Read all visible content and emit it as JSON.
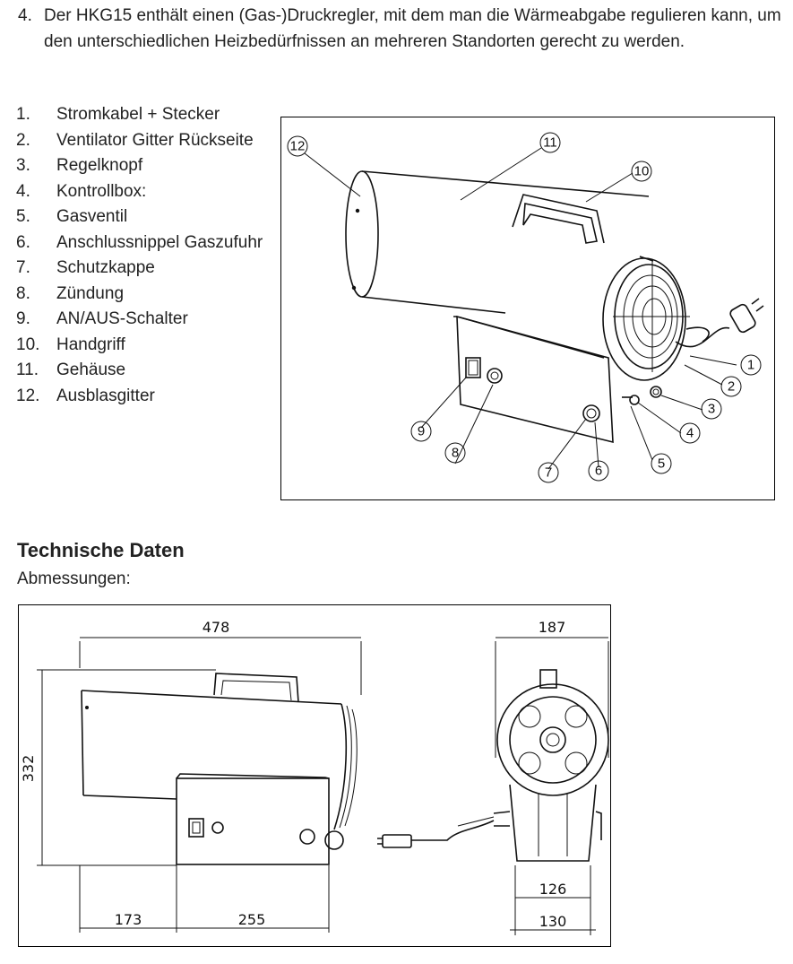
{
  "intro": {
    "number": "4.",
    "text": "Der HKG15 enthält einen (Gas-)Druckregler, mit dem man die Wärmeabgabe regulieren kann, um den unterschiedlichen Heizbedürfnissen an mehreren Standorten gerecht zu werden."
  },
  "parts": [
    {
      "num": "1.",
      "label": "Stromkabel + Stecker"
    },
    {
      "num": "2.",
      "label": "Ventilator Gitter Rückseite"
    },
    {
      "num": "3.",
      "label": "Regelknopf"
    },
    {
      "num": "4.",
      "label": "Kontrollbox:"
    },
    {
      "num": "5.",
      "label": "Gasventil"
    },
    {
      "num": "6.",
      "label": "Anschlussnippel Gaszufuhr"
    },
    {
      "num": "7.",
      "label": "Schutzkappe"
    },
    {
      "num": "8.",
      "label": "Zündung"
    },
    {
      "num": "9.",
      "label": "AN/AUS-Schalter"
    },
    {
      "num": "10.",
      "label": "Handgriff"
    },
    {
      "num": "11.",
      "label": "Gehäuse"
    },
    {
      "num": "12.",
      "label": "Ausblasgitter"
    }
  ],
  "callouts": [
    "1",
    "2",
    "3",
    "4",
    "5",
    "6",
    "7",
    "8",
    "9",
    "10",
    "11",
    "12"
  ],
  "section": {
    "title": "Technische Daten",
    "subtitle": "Abmessungen:"
  },
  "dimensions": {
    "length": "478",
    "height": "332",
    "rear": "173",
    "box": "255",
    "width": "187",
    "foot_inner": "126",
    "foot_outer": "130"
  }
}
